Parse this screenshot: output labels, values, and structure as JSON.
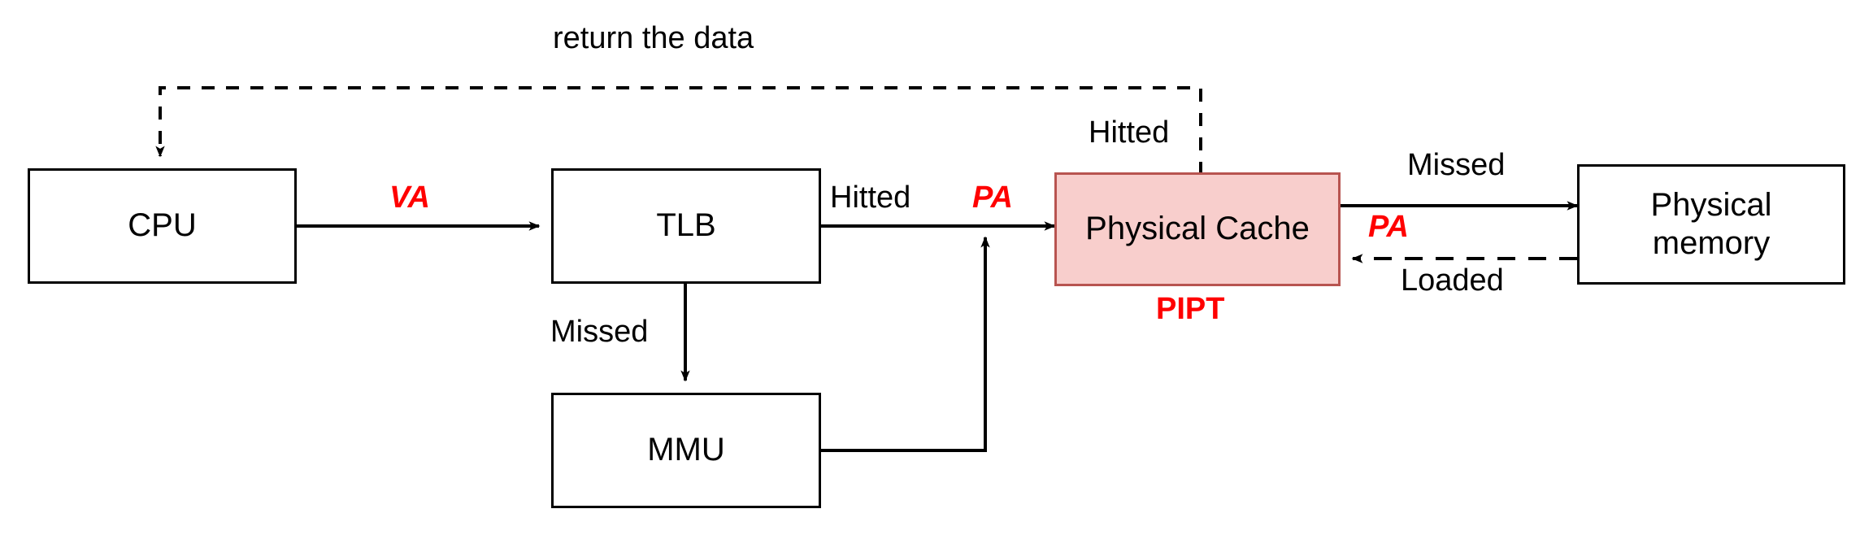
{
  "diagram": {
    "title": "PIPT cache address translation flow",
    "colors": {
      "accent_fill": "#f8cecc",
      "accent_stroke": "#b85450",
      "label_red": "#ff0000",
      "line": "#000000",
      "background": "#ffffff"
    },
    "nodes": [
      {
        "id": "cpu",
        "label": "CPU",
        "style": "plain"
      },
      {
        "id": "tlb",
        "label": "TLB",
        "style": "plain"
      },
      {
        "id": "mmu",
        "label": "MMU",
        "style": "plain"
      },
      {
        "id": "physical_cache",
        "label": "Physical Cache",
        "style": "accent"
      },
      {
        "id": "physical_memory",
        "label": "Physical\nmemory",
        "line1": "Physical",
        "line2": "memory",
        "style": "plain"
      }
    ],
    "node_annotations": [
      {
        "for": "physical_cache",
        "label": "PIPT",
        "color": "#ff0000",
        "bold": true
      }
    ],
    "edges": [
      {
        "id": "cpu-to-tlb",
        "from": "cpu",
        "to": "tlb",
        "label": "VA",
        "label_kind": "address",
        "line": "solid",
        "arrow": "end"
      },
      {
        "id": "tlb-to-cache",
        "from": "tlb",
        "to": "physical_cache",
        "label": "Hitted",
        "label2": "PA",
        "label2_kind": "address",
        "line": "solid",
        "arrow": "end"
      },
      {
        "id": "tlb-to-mmu",
        "from": "tlb",
        "to": "mmu",
        "label": "Missed",
        "line": "solid",
        "arrow": "end"
      },
      {
        "id": "mmu-to-cache-path",
        "from": "mmu",
        "to": "tlb-to-cache",
        "label": "",
        "line": "solid",
        "arrow": "end"
      },
      {
        "id": "cache-to-memory",
        "from": "physical_cache",
        "to": "physical_memory",
        "label": "Missed",
        "label2": "PA",
        "label2_kind": "address",
        "line": "solid",
        "arrow": "end"
      },
      {
        "id": "memory-to-cache",
        "from": "physical_memory",
        "to": "physical_cache",
        "label": "Loaded",
        "line": "dashed",
        "arrow": "end"
      },
      {
        "id": "cache-to-cpu",
        "from": "physical_cache",
        "to": "cpu",
        "label": "return the data",
        "label2": "Hitted",
        "line": "dashed",
        "arrow": "end"
      }
    ],
    "labels": {
      "return_the_data": "return the data",
      "hitted_cache": "Hitted",
      "hitted_tlb": "Hitted",
      "missed_tlb": "Missed",
      "missed_cache": "Missed",
      "loaded": "Loaded",
      "va": "VA",
      "pa_tlb": "PA",
      "pa_memory": "PA",
      "pipt": "PIPT"
    }
  }
}
